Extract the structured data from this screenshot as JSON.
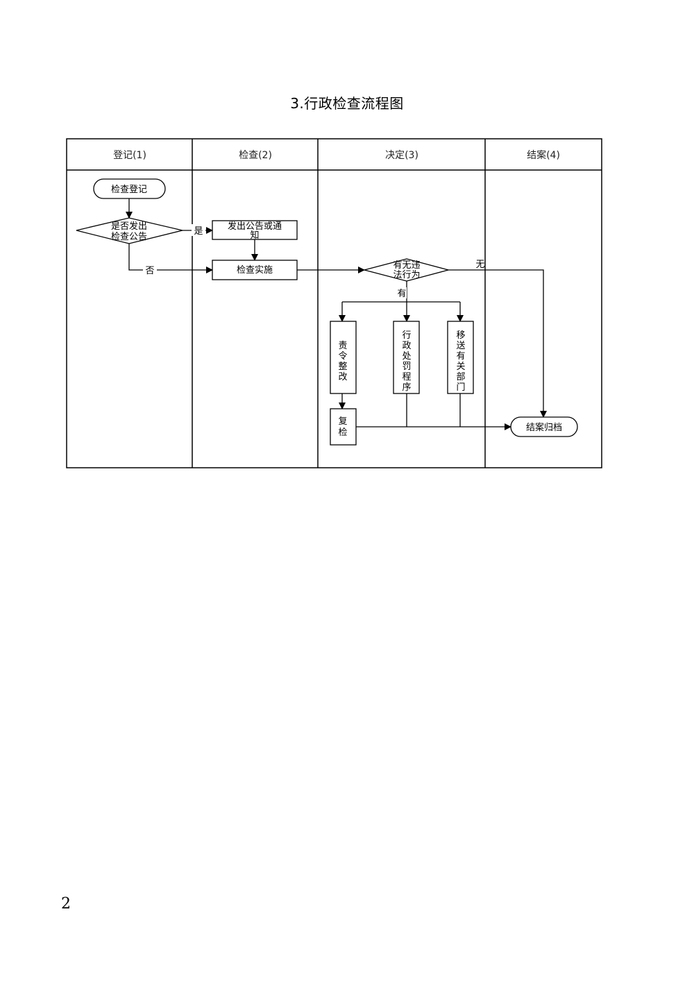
{
  "title": "3.行政检查流程图",
  "page_number": "2",
  "lanes": [
    {
      "label": "登记(1)"
    },
    {
      "label": "检查(2)"
    },
    {
      "label": "决定(3)"
    },
    {
      "label": "结案(4)"
    }
  ],
  "nodes": {
    "start": "检查登记",
    "decision_notice": [
      "是否发出",
      "检查公告"
    ],
    "issue_notice": [
      "发出公告或通",
      "知"
    ],
    "inspection": "检查实施",
    "decision_violation": [
      "有无违",
      "法行为"
    ],
    "rectify": [
      "责",
      "令",
      "整",
      "改"
    ],
    "penalty": [
      "行",
      "政",
      "处",
      "罚",
      "程",
      "序"
    ],
    "transfer": [
      "移",
      "送",
      "有",
      "关",
      "部",
      "门"
    ],
    "recheck": [
      "复",
      "检"
    ],
    "archive": "结案归档"
  },
  "edge_labels": {
    "yes": "是",
    "no": "否",
    "none": "无",
    "has": "有"
  }
}
